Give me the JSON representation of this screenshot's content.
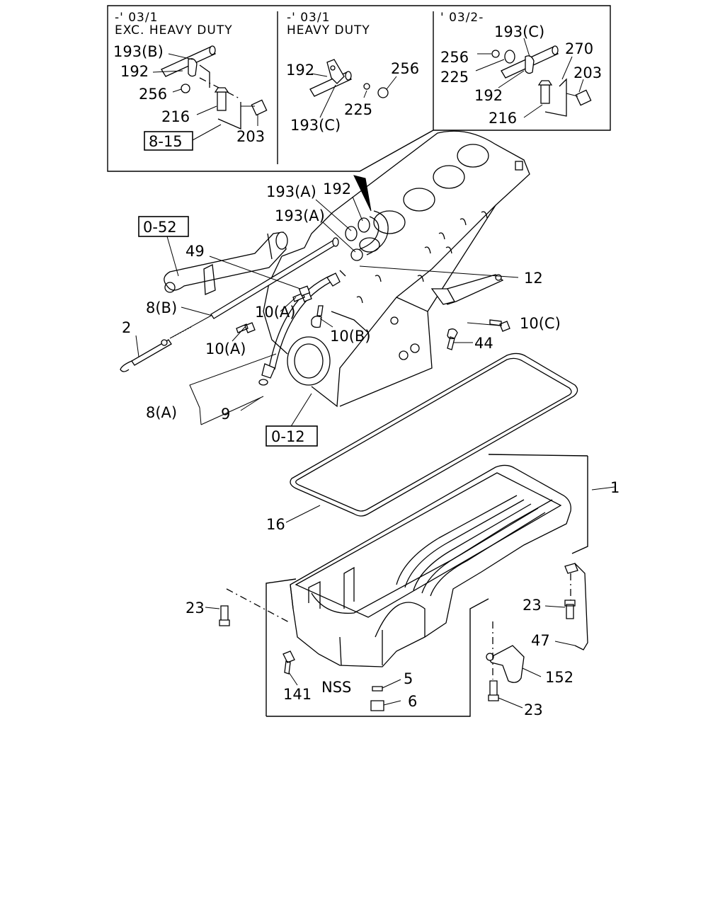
{
  "inset_panels": [
    {
      "header_line1": "-' 03/1",
      "header_line2": "EXC. HEAVY DUTY"
    },
    {
      "header_line1": "-' 03/1",
      "header_line2": "HEAVY DUTY"
    },
    {
      "header_line1": "' 03/2-",
      "header_line2": ""
    }
  ],
  "callouts": {
    "p1_193b": "193(B)",
    "p1_192": "192",
    "p1_256": "256",
    "p1_216": "216",
    "p1_203": "203",
    "p1_ref": "8-15",
    "p2_192": "192",
    "p2_256": "256",
    "p2_225": "225",
    "p2_193c": "193(C)",
    "p3_193c": "193(C)",
    "p3_256": "256",
    "p3_270": "270",
    "p3_225": "225",
    "p3_203": "203",
    "p3_192": "192",
    "p3_216": "216",
    "m_193a_1": "193(A)",
    "m_192": "192",
    "m_193a_2": "193(A)",
    "m_ref_052": "0-52",
    "m_49": "49",
    "m_12": "12",
    "m_8b": "8(B)",
    "m_10a_1": "10(A)",
    "m_10c": "10(C)",
    "m_2": "2",
    "m_10b": "10(B)",
    "m_10a_2": "10(A)",
    "m_44": "44",
    "m_8a": "8(A)",
    "m_9": "9",
    "m_ref_012": "0-12",
    "m_1": "1",
    "m_16": "16",
    "m_23_left": "23",
    "m_23_right": "23",
    "m_47": "47",
    "m_152": "152",
    "m_141": "141",
    "m_nss": "NSS",
    "m_5": "5",
    "m_6": "6",
    "m_23_bottom": "23"
  }
}
